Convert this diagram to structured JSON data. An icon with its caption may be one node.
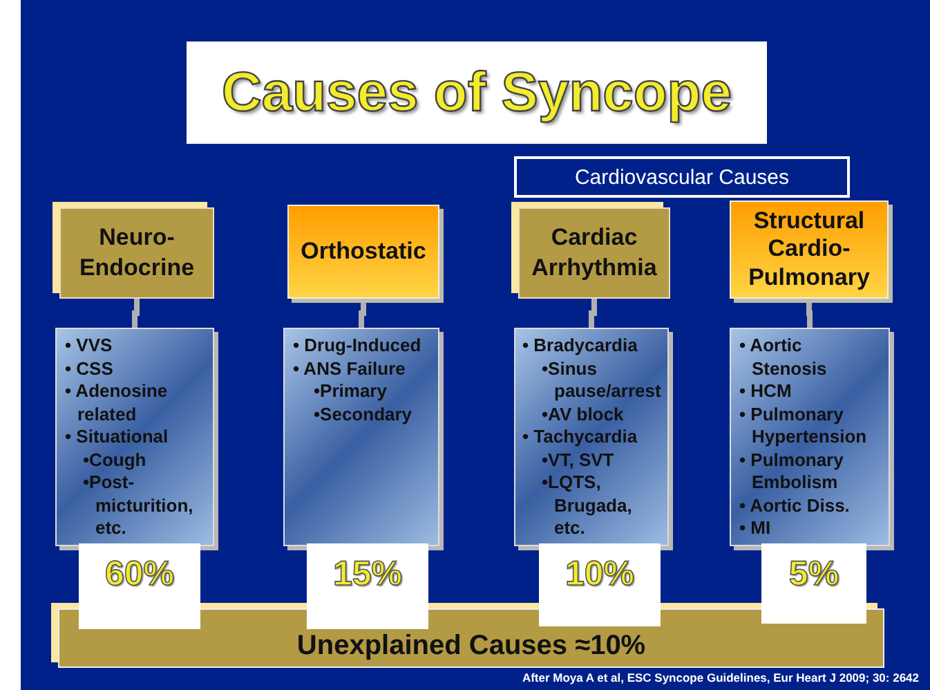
{
  "diagram": {
    "title": "Causes of Syncope",
    "nodes": [
      {
        "text": [
          "Cardiovascular Causes"
        ]
      },
      {
        "text": [
          "Neuro-Endocrine"
        ]
      },
      {
        "text": [
          "Orthostatic"
        ]
      },
      {
        "text": [
          "Cardiac Arrhythmia"
        ]
      },
      {
        "text": [
          "Structural Cardio-Pulmonary"
        ]
      },
      {
        "text": [
          "• VVS",
          "• CSS",
          "• Adenosine related",
          "• Situational",
          "•Cough",
          "•Post-micturition, etc."
        ]
      },
      {
        "text": [
          "• Drug-Induced",
          "• ANS Failure",
          "•Primary",
          "•Secondary"
        ]
      },
      {
        "text": [
          "• Bradycardia",
          "•Sinus pause/arrest",
          "•AV block",
          "• Tachycardia",
          "•VT, SVT",
          "•LQTS, Brugada, etc."
        ]
      },
      {
        "text": [
          "• Aortic Stenosis",
          "• HCM",
          "• Pulmonary Hypertension",
          "• Pulmonary Embolism",
          "• Aortic Diss.",
          "• MI"
        ]
      },
      {
        "text": [
          "60%"
        ]
      },
      {
        "text": [
          "15%"
        ]
      },
      {
        "text": [
          "10%"
        ]
      },
      {
        "text": [
          "5%"
        ]
      },
      {
        "text": [
          "Unexplained Causes ≈10%"
        ]
      }
    ],
    "edges": [
      {
        "from": 1,
        "to": 5,
        "arrow": "none"
      },
      {
        "from": 2,
        "to": 6,
        "arrow": "none"
      },
      {
        "from": 3,
        "to": 7,
        "arrow": "none"
      },
      {
        "from": 4,
        "to": 8,
        "arrow": "none"
      }
    ],
    "labels": [
      "After Moya A et al, ESC Syncope Guidelines, Eur Heart J  2009; 30: 2642"
    ]
  }
}
